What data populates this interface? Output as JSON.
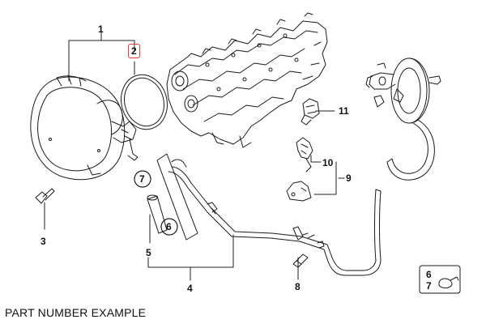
{
  "diagram": {
    "caption": "PART NUMBER EXAMPLE",
    "highlight_color": "#e53935",
    "callouts": {
      "c1": "1",
      "c2": "2",
      "c3": "3",
      "c4": "4",
      "c5": "5",
      "c6": "6",
      "c7": "7",
      "c8": "8",
      "c9": "9",
      "c10": "10",
      "c11": "11",
      "legend6": "6",
      "legend7": "7"
    }
  }
}
